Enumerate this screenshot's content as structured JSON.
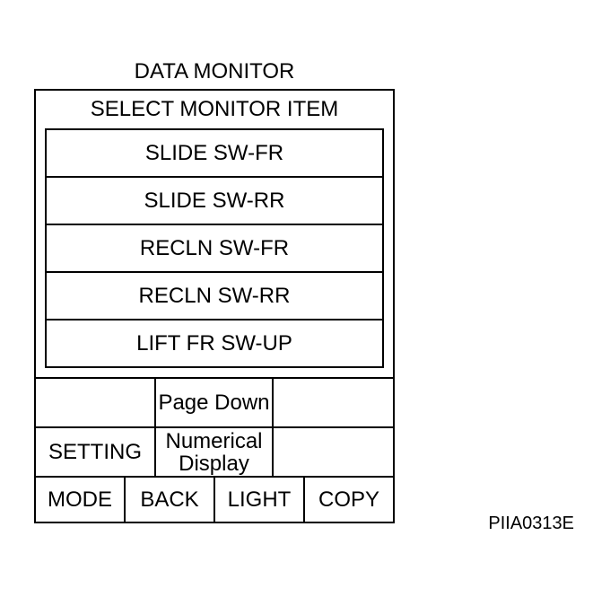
{
  "colors": {
    "ink": "#000000",
    "paper": "#ffffff"
  },
  "screen": {
    "title": "DATA MONITOR",
    "header": "SELECT MONITOR ITEM",
    "monitor_items": [
      "SLIDE SW-FR",
      "SLIDE SW-RR",
      "RECLN SW-FR",
      "RECLN SW-RR",
      "LIFT FR SW-UP"
    ],
    "nav": {
      "page_down": "Page Down",
      "setting": "SETTING",
      "numerical_display": "Numerical Display"
    },
    "bottom_buttons": [
      "MODE",
      "BACK",
      "LIGHT",
      "COPY"
    ]
  },
  "figure_code": "PIIA0313E"
}
